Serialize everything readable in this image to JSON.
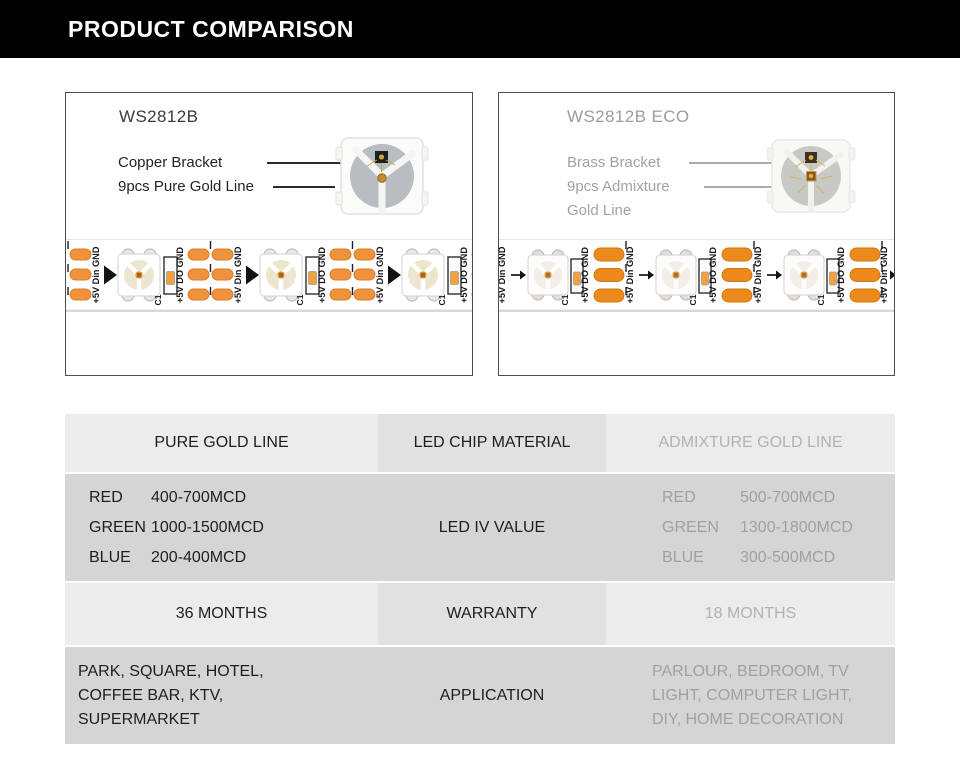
{
  "header": {
    "title": "PRODUCT COMPARISON"
  },
  "panels": [
    {
      "title": "WS2812B",
      "callouts": [
        {
          "text": "Copper Bracket"
        },
        {
          "text": "9pcs Pure Gold Line"
        }
      ]
    },
    {
      "title": "WS2812B ECO",
      "callouts": [
        {
          "text": "Brass Bracket"
        },
        {
          "text": "9pcs Admixture"
        },
        {
          "text": "Gold Line"
        }
      ]
    }
  ],
  "strip": {
    "din_label": "+5V Din GND",
    "do_label": "+5V DO GND",
    "cap_label": "C1",
    "segments_per_strip": 3
  },
  "table": {
    "rows": [
      {
        "left": "PURE GOLD LINE",
        "middle": "LED CHIP MATERIAL",
        "right": "ADMIXTURE GOLD LINE"
      },
      {
        "middle": "LED IV VALUE",
        "left_specs": [
          [
            "RED",
            "400-700MCD"
          ],
          [
            "GREEN",
            "1000-1500MCD"
          ],
          [
            "BLUE",
            "200-400MCD"
          ]
        ],
        "right_specs": [
          [
            "RED",
            "500-700MCD"
          ],
          [
            "GREEN",
            "1300-1800MCD"
          ],
          [
            "BLUE",
            "300-500MCD"
          ]
        ]
      },
      {
        "left": "36 MONTHS",
        "middle": "WARRANTY",
        "right": "18 MONTHS"
      },
      {
        "middle": "APPLICATION",
        "left_lines": [
          "PARK, SQUARE, HOTEL,",
          "COFFEE BAR, KTV,",
          "SUPERMARKET"
        ],
        "right_lines": [
          "PARLOUR, BEDROOM, TV",
          "LIGHT, COMPUTER LIGHT,",
          "DIY, HOME DECORATION"
        ]
      }
    ]
  },
  "colors": {
    "header_bg": "#000000",
    "pad_orange": "#F0913B",
    "pad_orange_deep": "#EC8A1E",
    "row_light": "#ECECEC",
    "row_mid": "#E1E1E1",
    "row_dark": "#D5D5D5",
    "muted_text": "#A5A5A5"
  }
}
